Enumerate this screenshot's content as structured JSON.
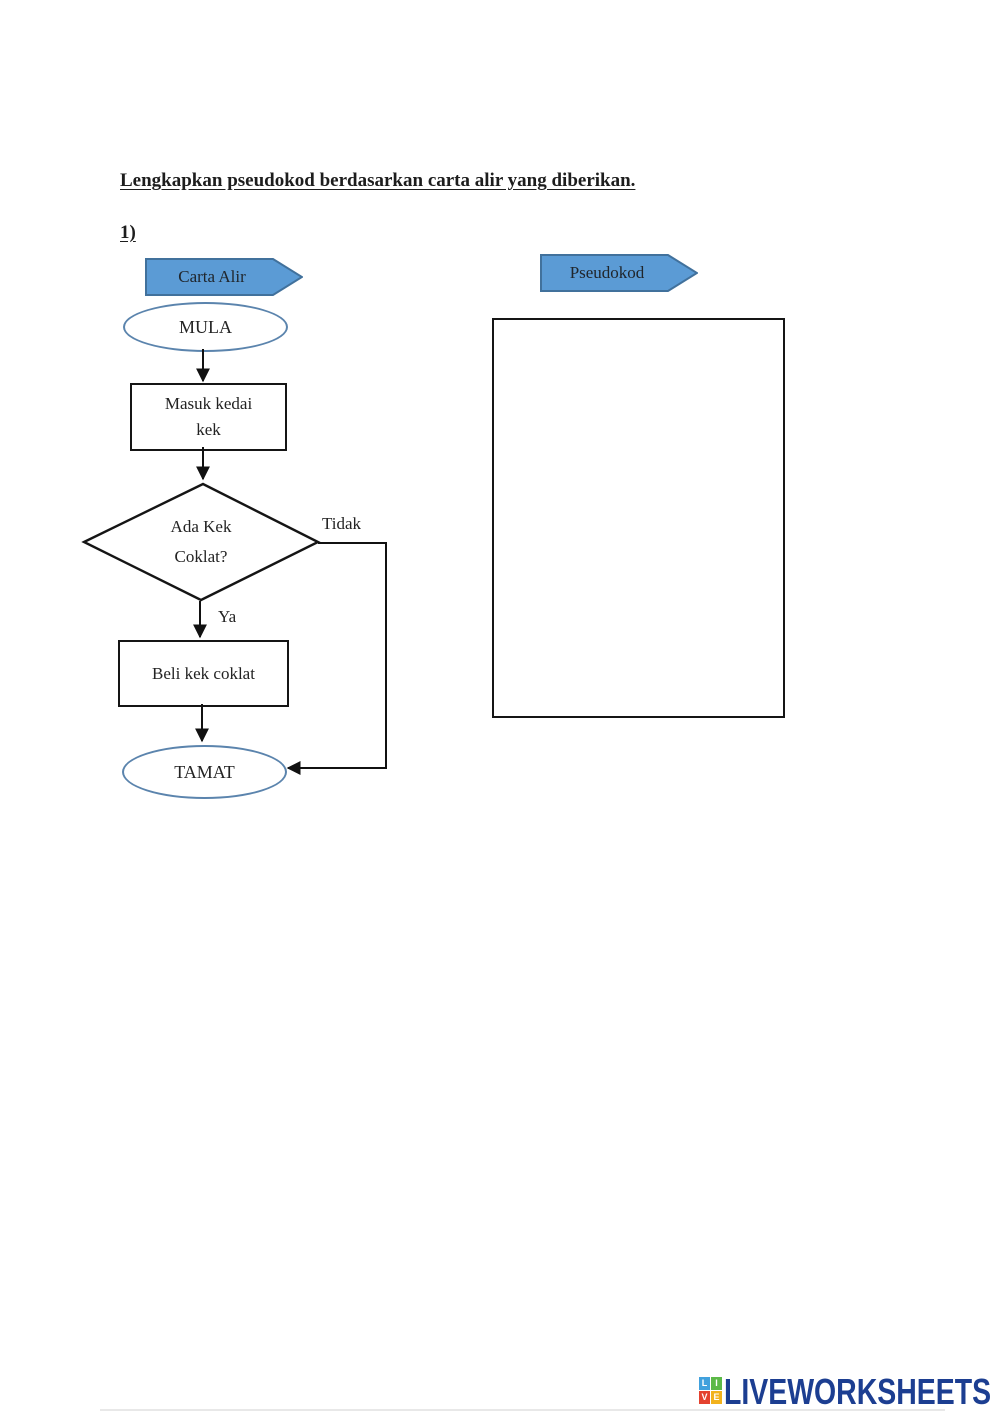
{
  "page": {
    "title": "Lengkapkan pseudokod berdasarkan carta alir yang diberikan.",
    "question_number": "1)"
  },
  "banners": {
    "left": "Carta Alir",
    "right": "Pseudokod"
  },
  "flowchart": {
    "start": "MULA",
    "process1_line1": "Masuk kedai",
    "process1_line2": "kek",
    "decision_line1": "Ada Kek",
    "decision_line2": "Coklat?",
    "no_label": "Tidak",
    "yes_label": "Ya",
    "process2": "Beli kek coklat",
    "end": "TAMAT"
  },
  "pseudocode_answer_box": {
    "value": "",
    "placeholder": ""
  },
  "colors": {
    "banner_fill": "#5b9bd5",
    "banner_border": "#41719c",
    "terminator_border": "#5b84ad",
    "line": "#111111",
    "logo_text": "#1c3e91",
    "logo_square_l": "#41a1dd",
    "logo_square_i": "#5cb947",
    "logo_square_v": "#e4422f",
    "logo_square_e": "#f2b21c"
  },
  "footer": {
    "brand": "LIVEWORKSHEETS",
    "logo_letters": [
      "L",
      "I",
      "V",
      "E"
    ]
  }
}
